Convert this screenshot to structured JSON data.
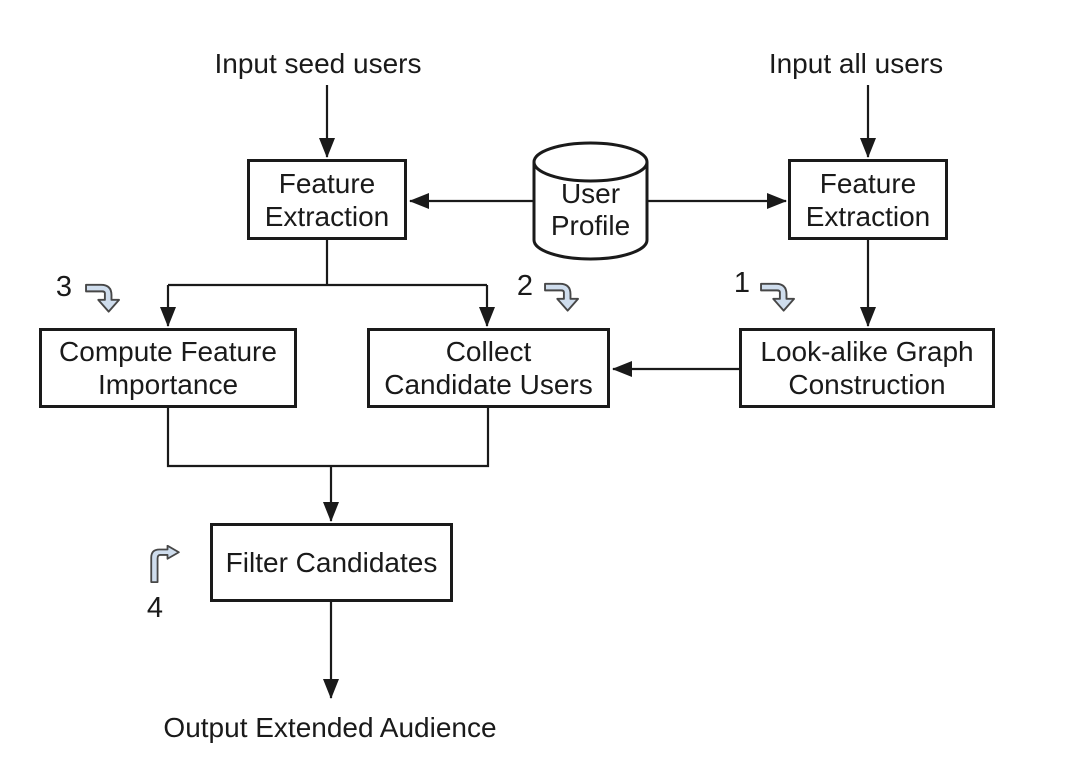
{
  "diagram": {
    "inputs": {
      "seed_label": "Input seed users",
      "all_label": "Input all users"
    },
    "output_label": "Output Extended Audience",
    "nodes": {
      "fe_seed": {
        "label": "Feature\nExtraction"
      },
      "fe_all": {
        "label": "Feature\nExtraction"
      },
      "compute_importance": {
        "label": "Compute Feature\nImportance"
      },
      "collect_candidates": {
        "label": "Collect\nCandidate Users"
      },
      "lookalike_graph": {
        "label": "Look-alike Graph\nConstruction"
      },
      "filter_candidates": {
        "label": "Filter Candidates"
      }
    },
    "datastore": {
      "label": "User\nProfile"
    },
    "steps": [
      {
        "number": "1"
      },
      {
        "number": "2"
      },
      {
        "number": "3"
      },
      {
        "number": "4"
      }
    ],
    "colors": {
      "line": "#1a1a1a",
      "text": "#1a1a1a",
      "node_fill": "#ffffff",
      "step_arrow_fill": "#cfdded",
      "step_arrow_stroke": "#474747",
      "background": "#ffffff"
    }
  }
}
